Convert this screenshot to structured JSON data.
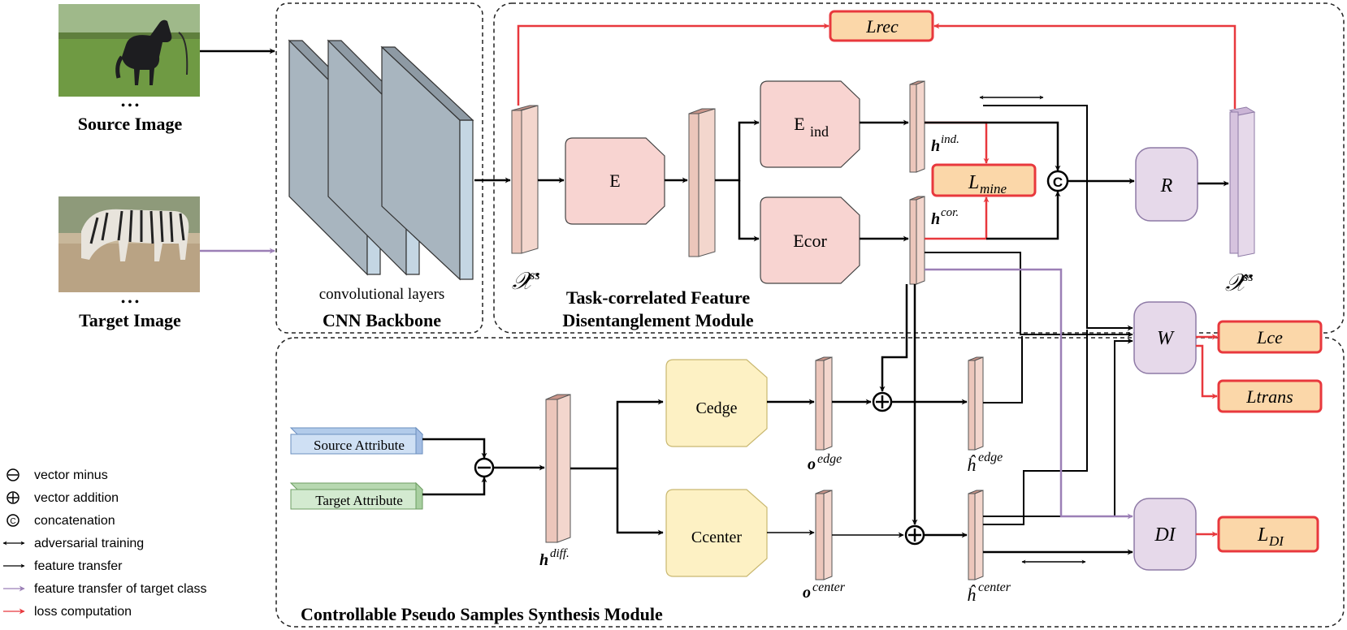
{
  "images": {
    "source_label": "Source Image",
    "target_label": "Target Image",
    "ellipsis": "• • •"
  },
  "backbone": {
    "layers_label": "convolutional layers",
    "title": "CNN Backbone"
  },
  "tfd": {
    "title_line1": "Task-correlated Feature",
    "title_line2": "Disentanglement Module",
    "x_ss": "𝒳",
    "x_ss_sup": "ss",
    "x_hat": "𝒳̂",
    "x_hat_sup": "ss",
    "enc_E": "E",
    "enc_ind": "E",
    "enc_ind_sub": "ind",
    "enc_cor": "Ecor",
    "h_ind": "h",
    "h_ind_sup": "ind.",
    "h_cor": "h",
    "h_cor_sup": "cor.",
    "concat": "C",
    "R": "R",
    "L_rec": "Lrec",
    "L_mine_main": "L",
    "L_mine_sub": "mine"
  },
  "cpss": {
    "title": "Controllable Pseudo Samples Synthesis Module",
    "source_attr": "Source Attribute",
    "target_attr": "Target Attribute",
    "h_diff": "h",
    "h_diff_sup": "diff.",
    "cedge": "Cedge",
    "ccenter": "Ccenter",
    "o_edge": "o",
    "o_edge_sup": "edge",
    "o_center": "o",
    "o_center_sup": "center",
    "hhat_edge": "ĥ",
    "hhat_edge_sup": "edge",
    "hhat_center": "ĥ",
    "hhat_center_sup": "center"
  },
  "heads": {
    "W": "W",
    "DI": "DI",
    "L_ce": "Lce",
    "L_trans": "Ltrans",
    "L_DI_main": "L",
    "L_DI_sub": "DI"
  },
  "legend": [
    {
      "icon": "vector-minus-icon",
      "label": "vector minus"
    },
    {
      "icon": "vector-addition-icon",
      "label": "vector addition"
    },
    {
      "icon": "concatenation-icon",
      "label": "concatenation"
    },
    {
      "icon": "adversarial-arrow-icon",
      "label": "adversarial training"
    },
    {
      "icon": "feature-transfer-arrow-icon",
      "label": "feature transfer"
    },
    {
      "icon": "target-transfer-arrow-icon",
      "label": "feature transfer of target class"
    },
    {
      "icon": "loss-arrow-icon",
      "label": "loss computation"
    }
  ],
  "colors": {
    "black": "#000000",
    "red": "#e8383d",
    "purple": "#9b7fb6",
    "loss_fill": "#fbd7a9",
    "encoder_fill": "#f8d4d1",
    "classifier_fill": "#fdf1c4",
    "head_fill": "#e6d9ea",
    "feature_fill": "#ecc6bb",
    "slab_fill": "#a8b5bf"
  }
}
